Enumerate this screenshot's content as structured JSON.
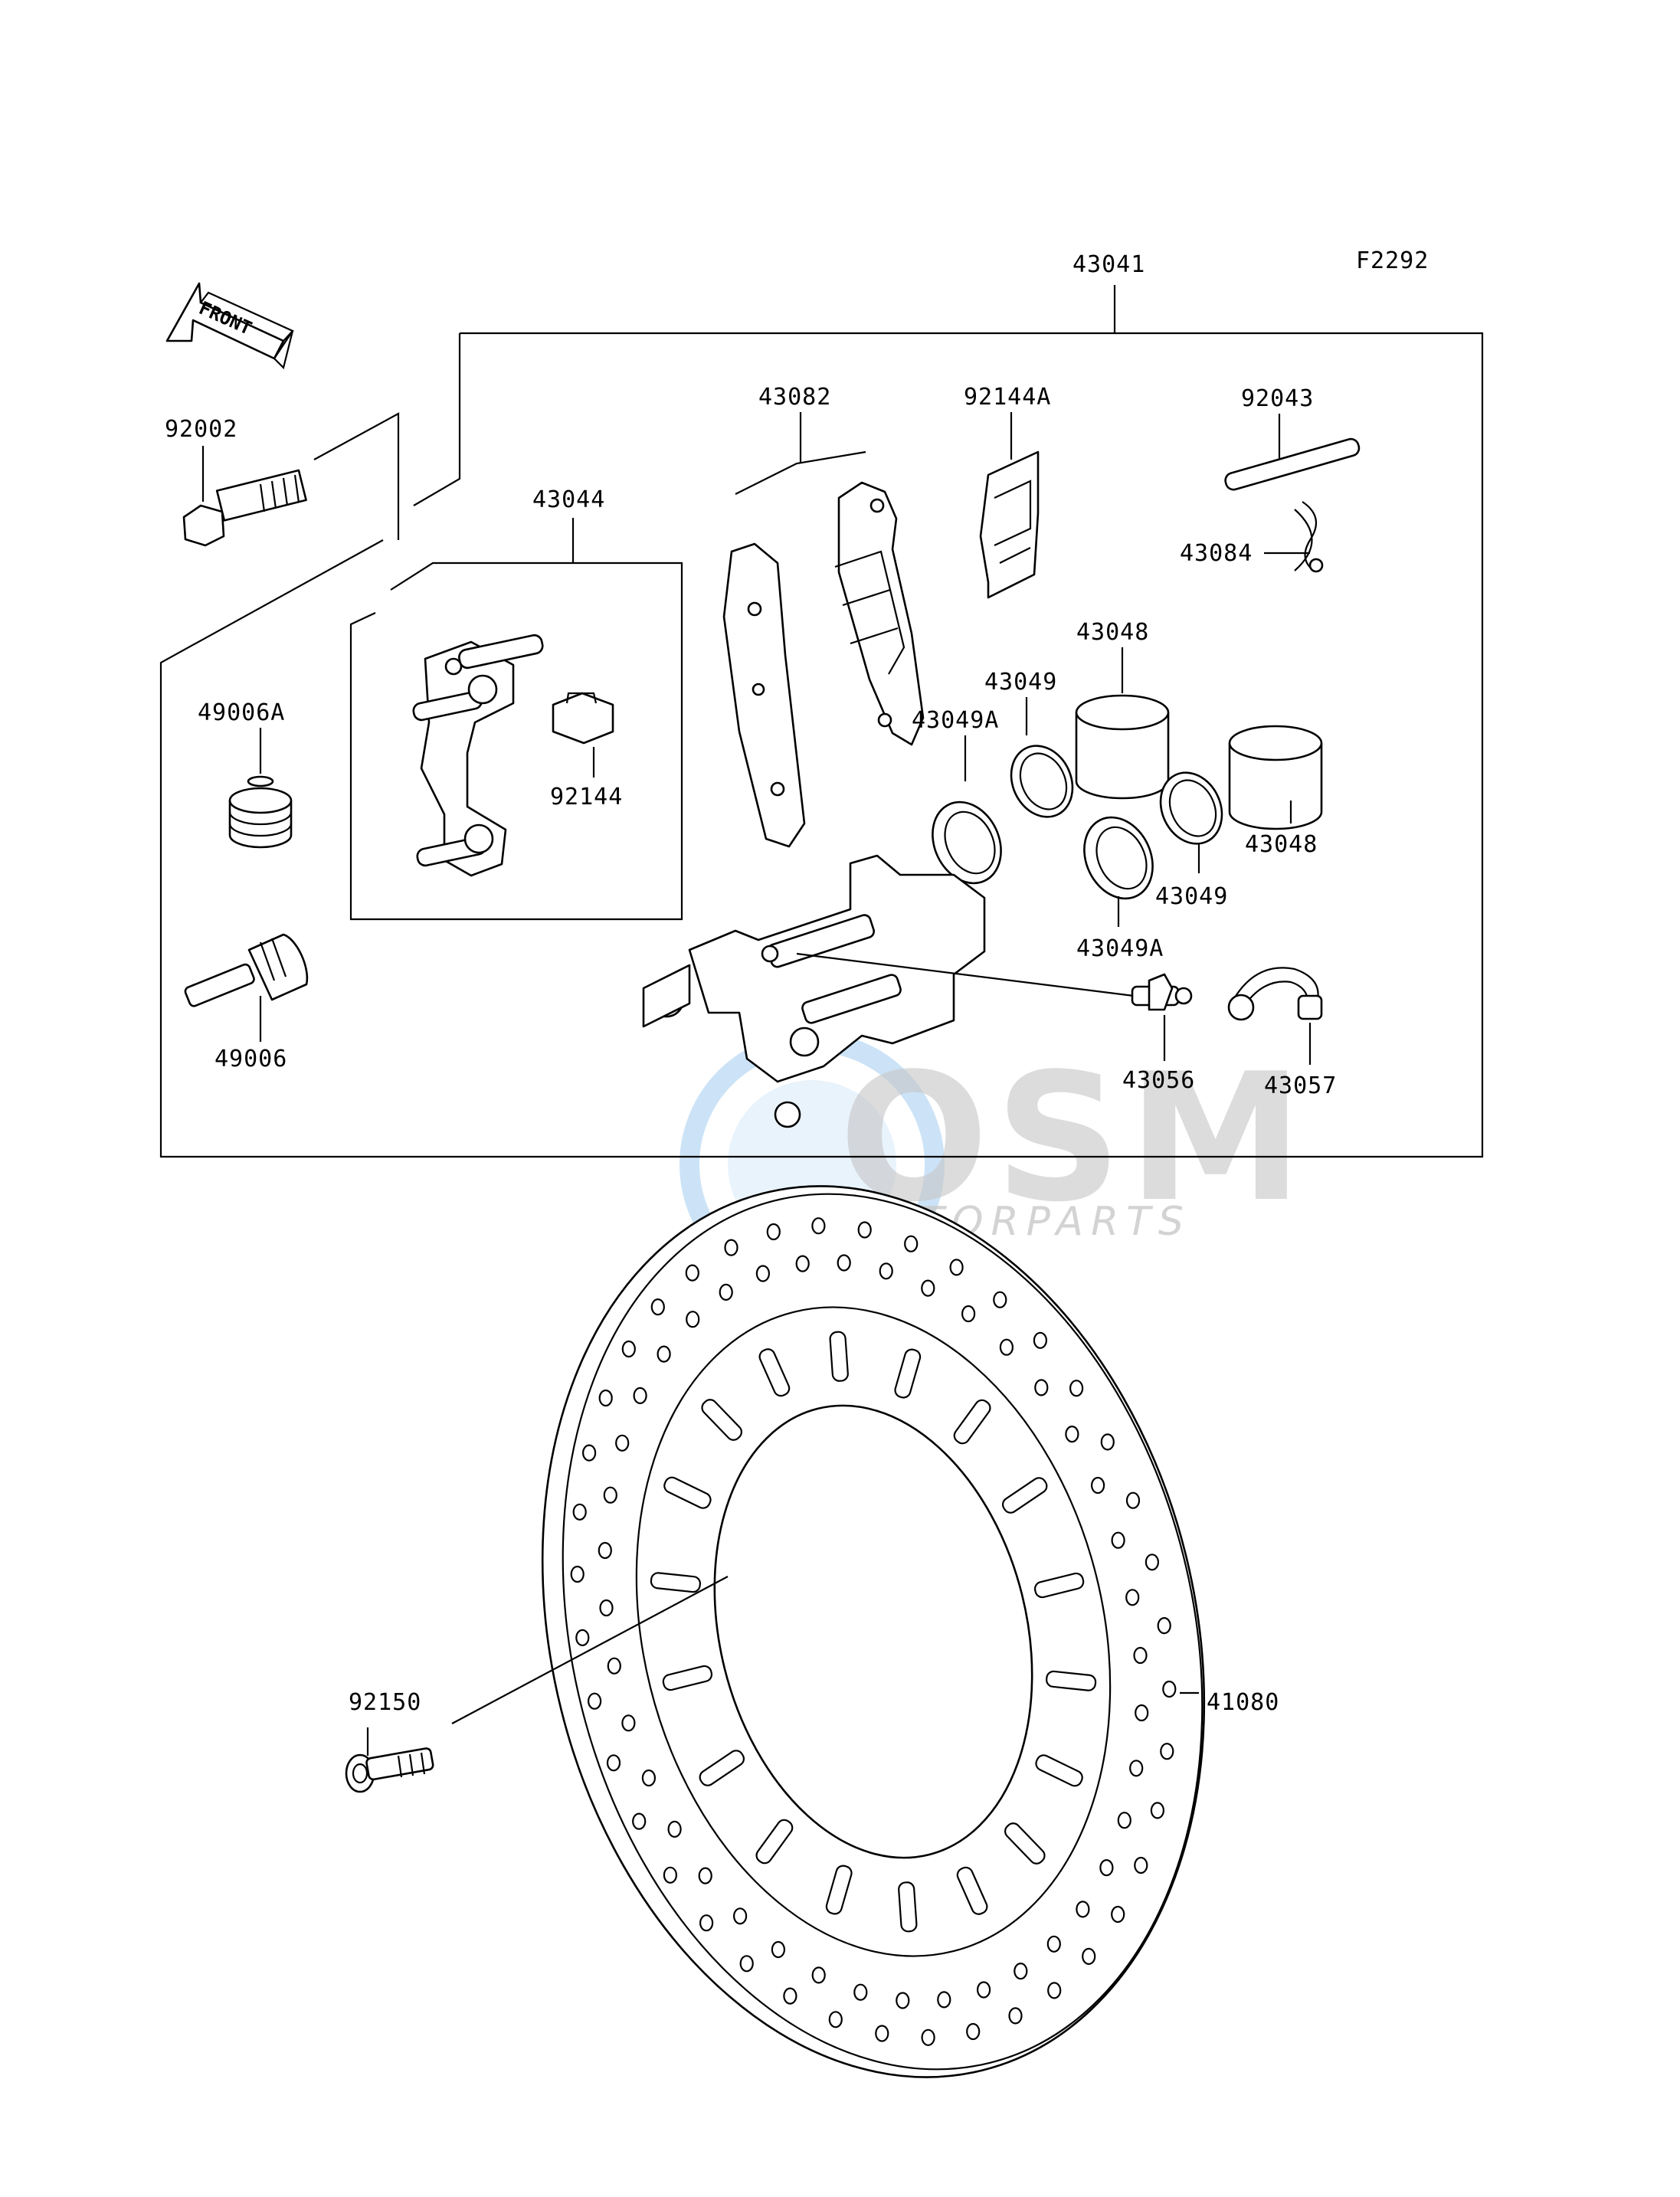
{
  "diagram": {
    "figure_code": "F2292",
    "front_label": "FRONT",
    "watermark": {
      "brand": "OSM",
      "sub": "MOTORPARTS",
      "accent_color": "#4a90d9"
    },
    "parts": [
      {
        "id": "43041",
        "label": "43041"
      },
      {
        "id": "92002",
        "label": "92002"
      },
      {
        "id": "43044",
        "label": "43044"
      },
      {
        "id": "43082",
        "label": "43082"
      },
      {
        "id": "92144A",
        "label": "92144A"
      },
      {
        "id": "92043",
        "label": "92043"
      },
      {
        "id": "43084",
        "label": "43084"
      },
      {
        "id": "43048a",
        "label": "43048"
      },
      {
        "id": "43049a",
        "label": "43049"
      },
      {
        "id": "43049Aa",
        "label": "43049A"
      },
      {
        "id": "49006A",
        "label": "49006A"
      },
      {
        "id": "92144",
        "label": "92144"
      },
      {
        "id": "43048b",
        "label": "43048"
      },
      {
        "id": "43049b",
        "label": "43049"
      },
      {
        "id": "43049Ab",
        "label": "43049A"
      },
      {
        "id": "49006",
        "label": "49006"
      },
      {
        "id": "43056",
        "label": "43056"
      },
      {
        "id": "43057",
        "label": "43057"
      },
      {
        "id": "92150",
        "label": "92150"
      },
      {
        "id": "41080",
        "label": "41080"
      }
    ]
  }
}
